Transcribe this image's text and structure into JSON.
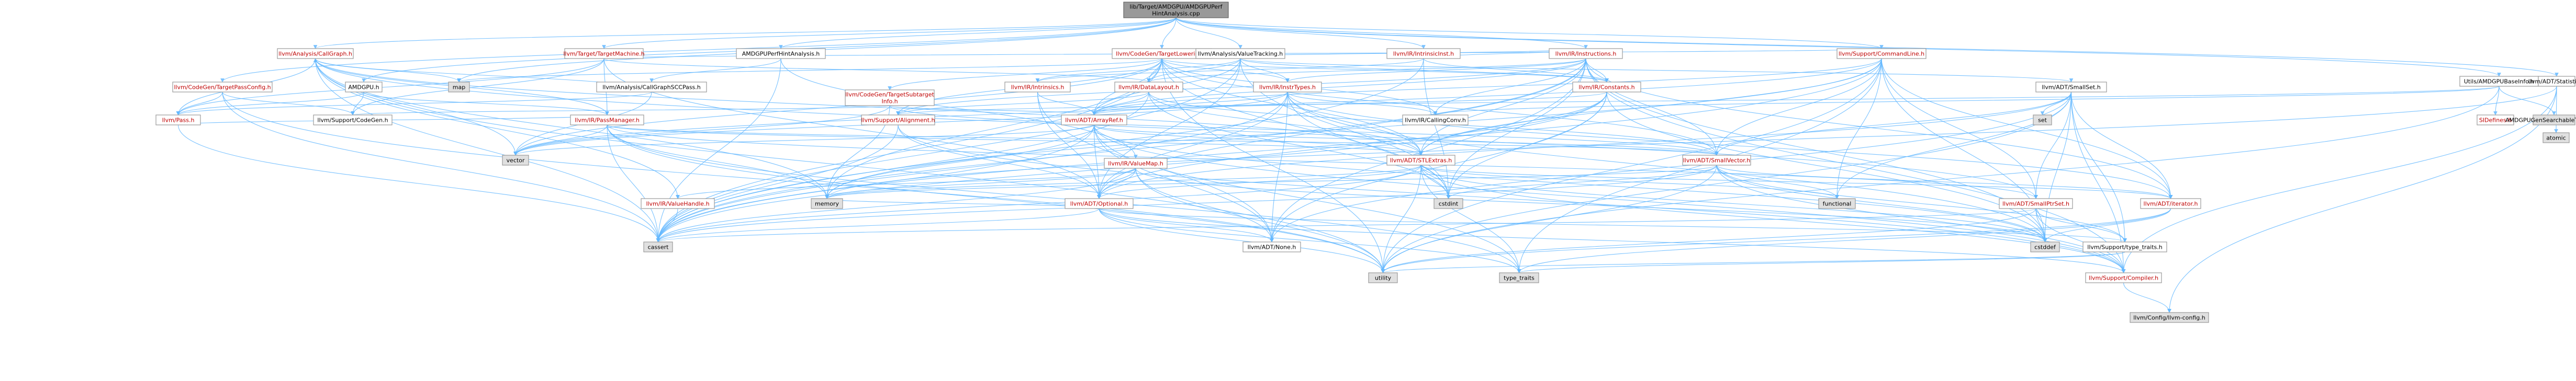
{
  "diagram": {
    "root": "lib/Target/AMDGPU/AMDGPUPerfHintAnalysis.cpp",
    "nodes": [
      {
        "id": "root",
        "label": [
          "lib/Target/AMDGPU/AMDGPUPerf",
          "HintAnalysis.cpp"
        ],
        "style": "root"
      },
      {
        "id": "callgraph",
        "label": [
          "llvm/Analysis/CallGraph.h"
        ],
        "style": "red"
      },
      {
        "id": "targetmachine",
        "label": [
          "llvm/Target/TargetMachine.h"
        ],
        "style": "red"
      },
      {
        "id": "amdgpuperf",
        "label": [
          "AMDGPUPerfHintAnalysis.h"
        ],
        "style": "plain"
      },
      {
        "id": "codegentl",
        "label": [
          "llvm/CodeGen/TargetLowering.h"
        ],
        "style": "red"
      },
      {
        "id": "valuetracking",
        "label": [
          "llvm/Analysis/ValueTracking.h"
        ],
        "style": "plain"
      },
      {
        "id": "intrinsicinst",
        "label": [
          "llvm/IR/IntrinsicInst.h"
        ],
        "style": "red"
      },
      {
        "id": "instructions",
        "label": [
          "llvm/IR/Instructions.h"
        ],
        "style": "red"
      },
      {
        "id": "cmdline",
        "label": [
          "llvm/Support/CommandLine.h"
        ],
        "style": "red"
      },
      {
        "id": "amdgpubaseinfo",
        "label": [
          "Utils/AMDGPUBaseInfo.h"
        ],
        "style": "plain"
      },
      {
        "id": "statistic",
        "label": [
          "llvm/ADT/Statistic.h"
        ],
        "style": "plain"
      },
      {
        "id": "map",
        "label": [
          "map"
        ],
        "style": "gray"
      },
      {
        "id": "tpc",
        "label": [
          "llvm/CodeGen/TargetPassConfig.h"
        ],
        "style": "red"
      },
      {
        "id": "amdgpu",
        "label": [
          "AMDGPU.h"
        ],
        "style": "plain"
      },
      {
        "id": "cgsccpass",
        "label": [
          "llvm/Analysis/CallGraphSCCPass.h"
        ],
        "style": "plain"
      },
      {
        "id": "tsubtarget",
        "label": [
          "llvm/CodeGen/TargetSubtarget",
          "Info.h"
        ],
        "style": "red"
      },
      {
        "id": "intrinsics",
        "label": [
          "llvm/IR/Intrinsics.h"
        ],
        "style": "red"
      },
      {
        "id": "datalayout",
        "label": [
          "llvm/IR/DataLayout.h"
        ],
        "style": "red"
      },
      {
        "id": "insttypes",
        "label": [
          "llvm/IR/InstrTypes.h"
        ],
        "style": "red"
      },
      {
        "id": "constants",
        "label": [
          "llvm/IR/Constants.h"
        ],
        "style": "red"
      },
      {
        "id": "smallset",
        "label": [
          "llvm/ADT/SmallSet.h"
        ],
        "style": "plain"
      },
      {
        "id": "sidefines",
        "label": [
          "SIDefines.h"
        ],
        "style": "red"
      },
      {
        "id": "searchable",
        "label": [
          "AMDGPUGenSearchableTables.inc"
        ],
        "style": "gray"
      },
      {
        "id": "atomic",
        "label": [
          "atomic"
        ],
        "style": "gray"
      },
      {
        "id": "pass",
        "label": [
          "llvm/Pass.h"
        ],
        "style": "red"
      },
      {
        "id": "codegen",
        "label": [
          "llvm/Support/CodeGen.h"
        ],
        "style": "plain"
      },
      {
        "id": "passmanager",
        "label": [
          "llvm/IR/PassManager.h"
        ],
        "style": "red"
      },
      {
        "id": "alignment",
        "label": [
          "llvm/Support/Alignment.h"
        ],
        "style": "red"
      },
      {
        "id": "arrayref",
        "label": [
          "llvm/ADT/ArrayRef.h"
        ],
        "style": "red"
      },
      {
        "id": "callingconv",
        "label": [
          "llvm/IR/CallingConv.h"
        ],
        "style": "plain"
      },
      {
        "id": "set",
        "label": [
          "set"
        ],
        "style": "gray"
      },
      {
        "id": "vector",
        "label": [
          "vector"
        ],
        "style": "gray"
      },
      {
        "id": "valuemap",
        "label": [
          "llvm/IR/ValueMap.h"
        ],
        "style": "red"
      },
      {
        "id": "stlextras",
        "label": [
          "llvm/ADT/STLExtras.h"
        ],
        "style": "red"
      },
      {
        "id": "smallvector",
        "label": [
          "llvm/ADT/SmallVector.h"
        ],
        "style": "red"
      },
      {
        "id": "valuehandle",
        "label": [
          "llvm/IR/ValueHandle.h"
        ],
        "style": "red"
      },
      {
        "id": "memory",
        "label": [
          "memory"
        ],
        "style": "gray"
      },
      {
        "id": "optional",
        "label": [
          "llvm/ADT/Optional.h"
        ],
        "style": "red"
      },
      {
        "id": "cstdint",
        "label": [
          "cstdint"
        ],
        "style": "gray"
      },
      {
        "id": "functional",
        "label": [
          "functional"
        ],
        "style": "gray"
      },
      {
        "id": "smallptrset",
        "label": [
          "llvm/ADT/SmallPtrSet.h"
        ],
        "style": "red"
      },
      {
        "id": "iterator",
        "label": [
          "llvm/ADT/iterator.h"
        ],
        "style": "red"
      },
      {
        "id": "cassert",
        "label": [
          "cassert"
        ],
        "style": "gray"
      },
      {
        "id": "none",
        "label": [
          "llvm/ADT/None.h"
        ],
        "style": "plain"
      },
      {
        "id": "cstddef",
        "label": [
          "cstddef"
        ],
        "style": "gray"
      },
      {
        "id": "typetraitsllvm",
        "label": [
          "llvm/Support/type_traits.h"
        ],
        "style": "plain"
      },
      {
        "id": "utility",
        "label": [
          "utility"
        ],
        "style": "gray"
      },
      {
        "id": "typetraits",
        "label": [
          "type_traits"
        ],
        "style": "gray"
      },
      {
        "id": "compiler",
        "label": [
          "llvm/Support/Compiler.h"
        ],
        "style": "red"
      },
      {
        "id": "config",
        "label": [
          "llvm/Config/llvm-config.h"
        ],
        "style": "gray"
      }
    ],
    "colors": {
      "edge": "#63b8ff",
      "node_border": "#999999",
      "root_fill": "#999999",
      "gray_fill": "#e0e0e0",
      "red_text": "#bf0000"
    }
  }
}
